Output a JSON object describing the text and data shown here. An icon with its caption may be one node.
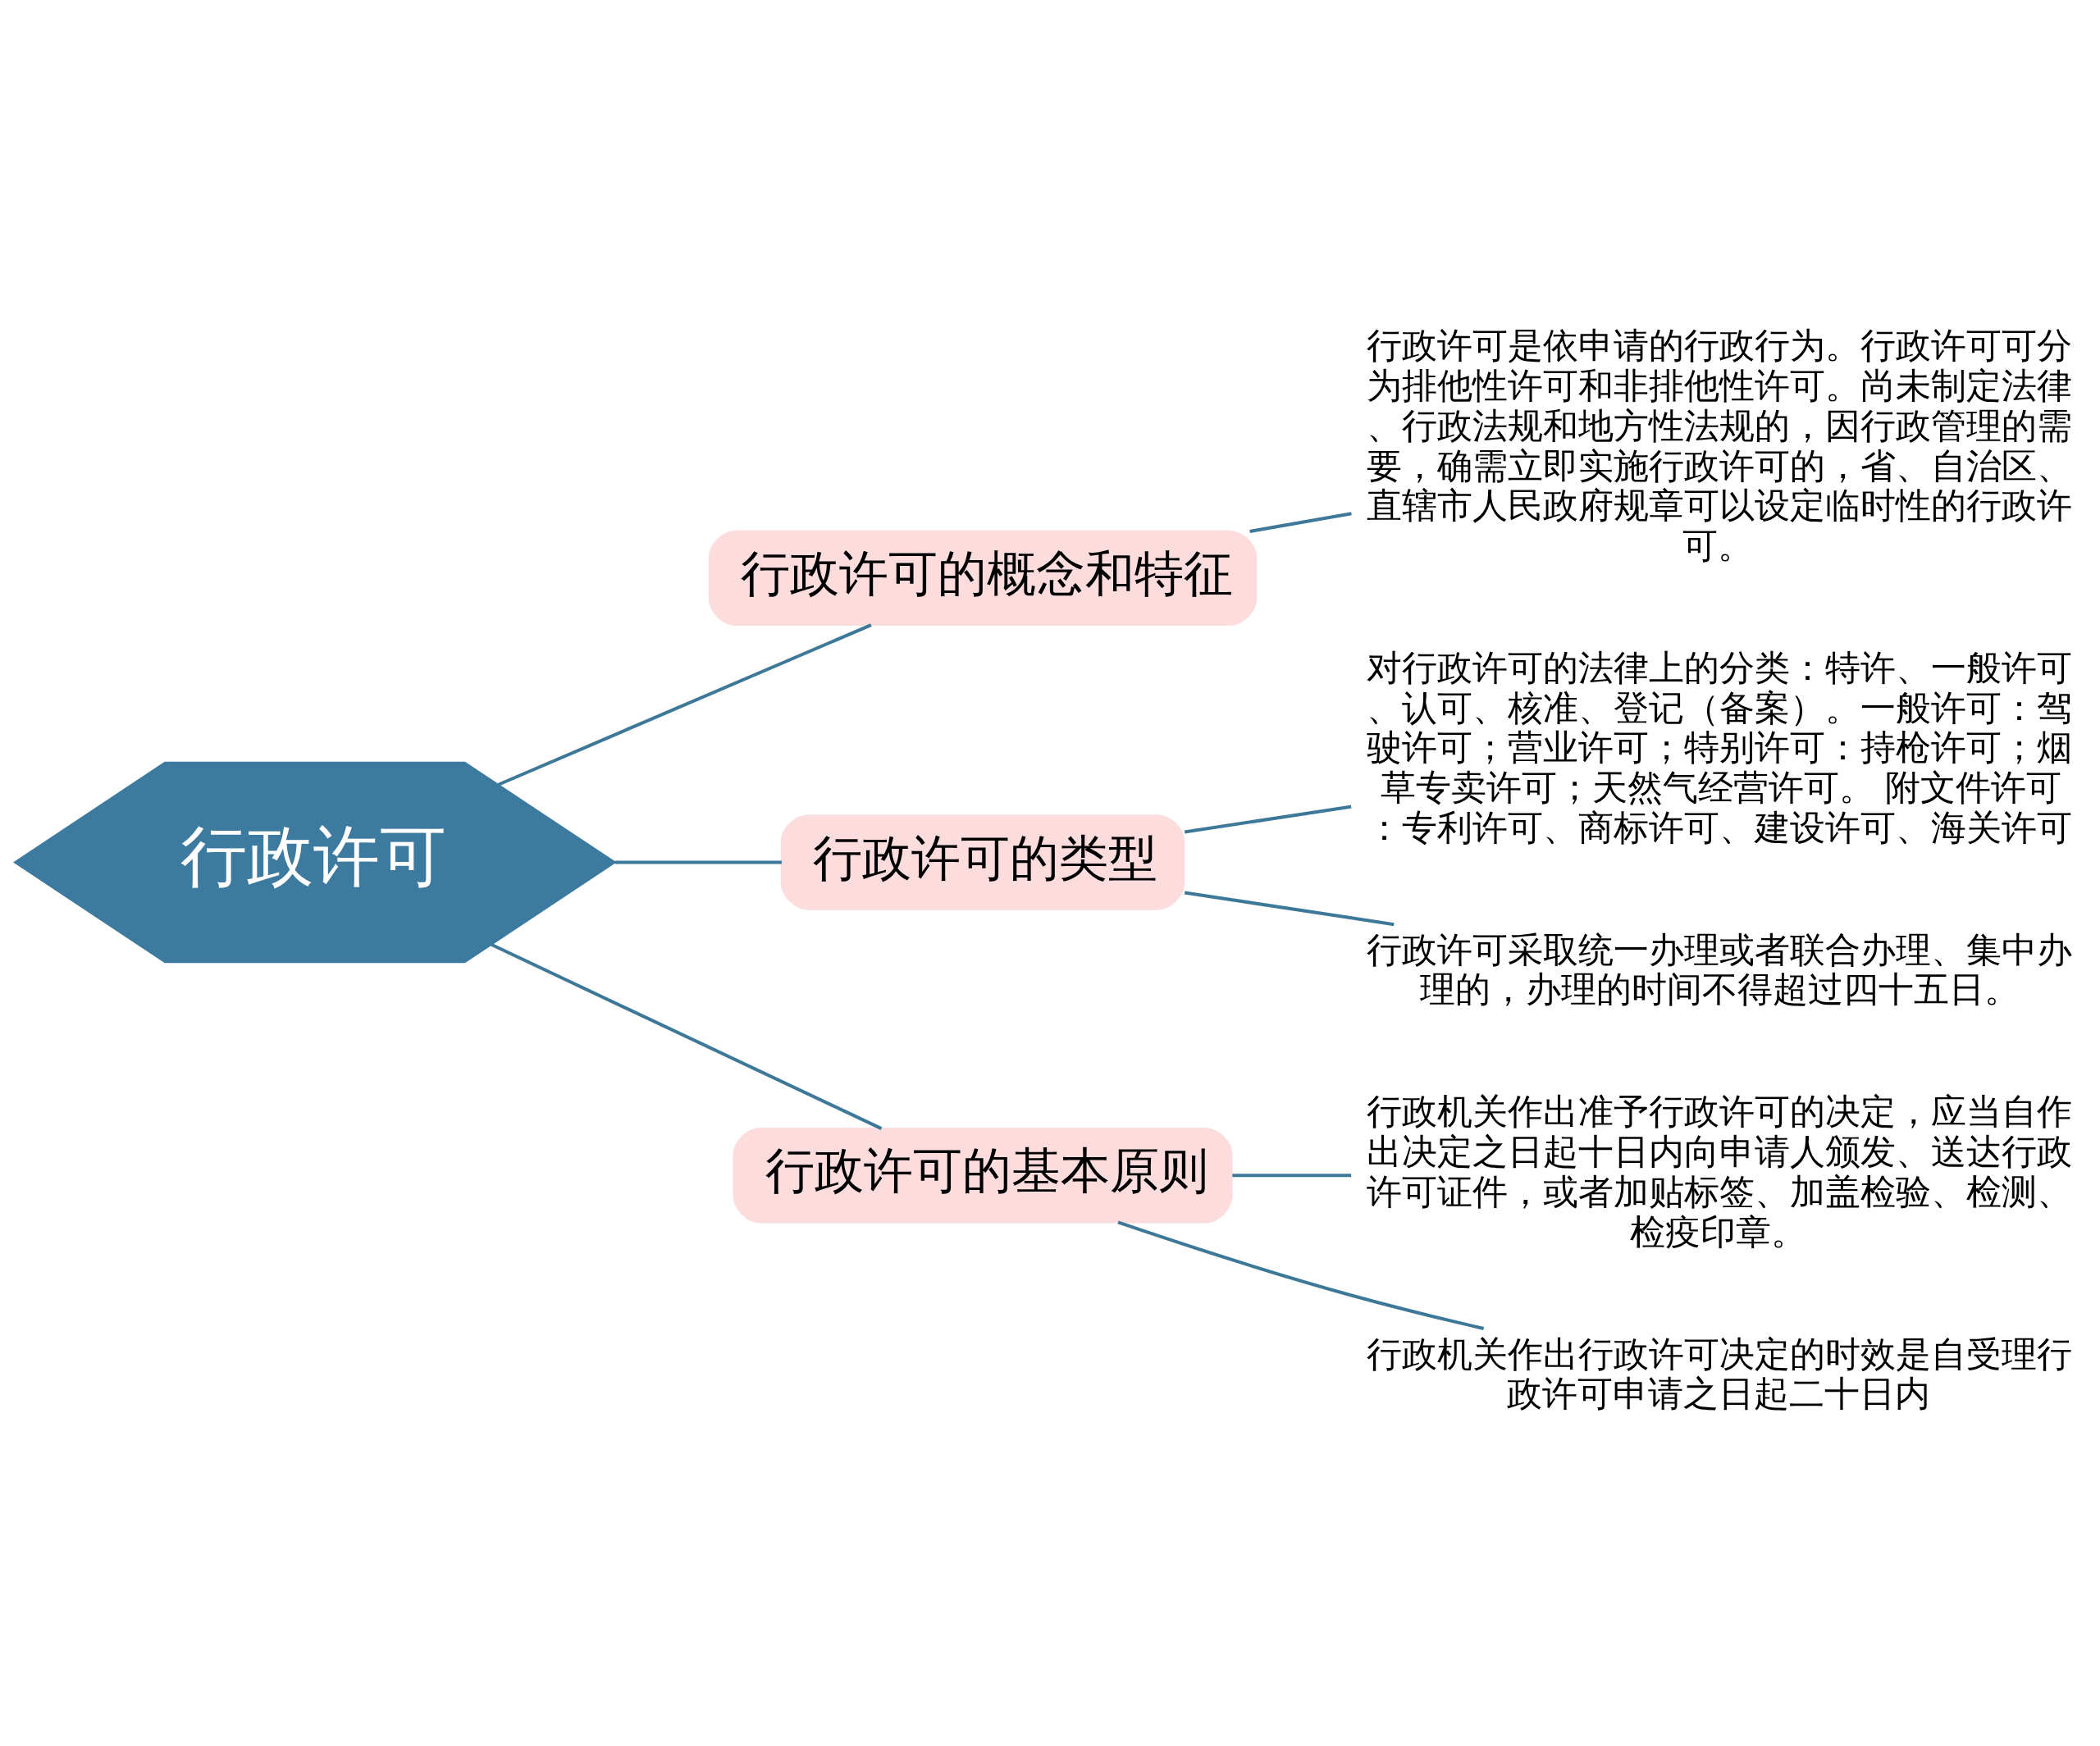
{
  "diagram": {
    "nodes": [
      {
        "text": [
          "行政许可"
        ]
      },
      {
        "text": [
          "行政许可的概念和特征"
        ]
      },
      {
        "text": [
          "行政许可是依申请的行政行为。行政许可可分为排他性许可和非排他性许可。尚未制定法律、行政法规和地方性法规的，因行政管理的需要，确需立即实施行政许可的，省、自治区、直辖市人民政府规章可以设定临时性的行政许可。"
        ]
      },
      {
        "text": [
          "行政许可的类型"
        ]
      },
      {
        "text": [
          "对行政许可的法律上的分类：特许、一般许可、认可、核准、登记（备案）。一般许可：驾驶许可；营业许可；特别许可：持枪许可；烟草专卖许可；天然气经营许可。 附文件许可：专利许可、商标许可、建设许可、海关许可"
        ]
      },
      {
        "text": [
          "行政许可采取统一办理或者联合办理、集中办理的，办理的时间不得超过四十五日。"
        ]
      },
      {
        "text": [
          "行政许可的基本原则"
        ]
      },
      {
        "text": [
          "行政机关作出准予行政许可的决定，应当自作出决定之日起十日内向申请人颁发、送达行政许可证件，或者加贴标签、加盖检验、检测、检疫印章。"
        ]
      },
      {
        "text": [
          "行政机关作出行政许可决定的时效是自受理行政许可申请之日起二十日内"
        ]
      }
    ],
    "edges": [
      {
        "from": 0,
        "to": 1,
        "arrow": "none"
      },
      {
        "from": 1,
        "to": 2,
        "arrow": "none"
      },
      {
        "from": 0,
        "to": 3,
        "arrow": "none"
      },
      {
        "from": 3,
        "to": 4,
        "arrow": "none"
      },
      {
        "from": 3,
        "to": 5,
        "arrow": "none"
      },
      {
        "from": 0,
        "to": 6,
        "arrow": "none"
      },
      {
        "from": 6,
        "to": 7,
        "arrow": "none"
      },
      {
        "from": 6,
        "to": 8,
        "arrow": "none"
      }
    ]
  }
}
